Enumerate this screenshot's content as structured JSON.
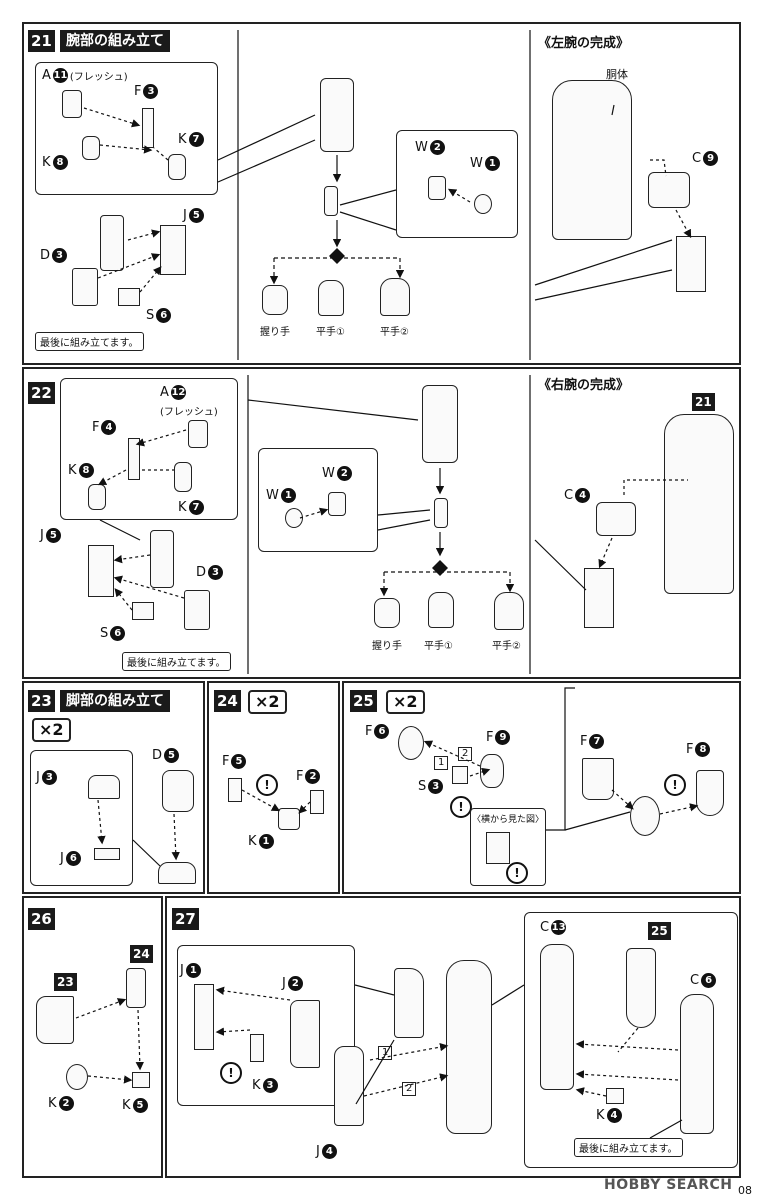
{
  "step21": {
    "num": "21",
    "title": "腕部の組み立て",
    "a_label": "A",
    "a_num": "11",
    "a_note": "(フレッシュ)",
    "f_label": "F",
    "f_num": "3",
    "k7_label": "K",
    "k7_num": "7",
    "k8_label": "K",
    "k8_num": "8",
    "j_label": "J",
    "j_num": "5",
    "d_label": "D",
    "d_num": "3",
    "s_label": "S",
    "s_num": "6",
    "w2_label": "W",
    "w2_num": "2",
    "w1_label": "W",
    "w1_num": "1",
    "hand1": "握り手",
    "hand2": "平手①",
    "hand3": "平手②",
    "last_note": "最後に組み立てます。",
    "complete_title": "《左腕の完成》",
    "torso": "胴体",
    "c_label": "C",
    "c_num": "9"
  },
  "step22": {
    "num": "22",
    "a_label": "A",
    "a_num": "12",
    "a_note": "(フレッシュ)",
    "f_label": "F",
    "f_num": "4",
    "k8_label": "K",
    "k8_num": "8",
    "k7_label": "K",
    "k7_num": "7",
    "j_label": "J",
    "j_num": "5",
    "d_label": "D",
    "d_num": "3",
    "s_label": "S",
    "s_num": "6",
    "w1_label": "W",
    "w1_num": "1",
    "w2_label": "W",
    "w2_num": "2",
    "hand1": "握り手",
    "hand2": "平手①",
    "hand3": "平手②",
    "last_note": "最後に組み立てます。",
    "complete_title": "《右腕の完成》",
    "ref": "21",
    "c_label": "C",
    "c_num": "4"
  },
  "step23": {
    "num": "23",
    "title": "脚部の組み立て",
    "mult": "×2",
    "j3_label": "J",
    "j3_num": "3",
    "d5_label": "D",
    "d5_num": "5",
    "j6_label": "J",
    "j6_num": "6"
  },
  "step24": {
    "num": "24",
    "mult": "×2",
    "f5_label": "F",
    "f5_num": "5",
    "f2_label": "F",
    "f2_num": "2",
    "k1_label": "K",
    "k1_num": "1",
    "excl": "!"
  },
  "step25": {
    "num": "25",
    "mult": "×2",
    "f6_label": "F",
    "f6_num": "6",
    "f9_label": "F",
    "f9_num": "9",
    "s3_label": "S",
    "s3_num": "3",
    "order1": "1",
    "order2": "2",
    "side_view": "〈横から見た図〉",
    "f7_label": "F",
    "f7_num": "7",
    "f8_label": "F",
    "f8_num": "8",
    "excl": "!"
  },
  "step26": {
    "num": "26",
    "ref23": "23",
    "ref24": "24",
    "k2_label": "K",
    "k2_num": "2",
    "k5_label": "K",
    "k5_num": "5"
  },
  "step27": {
    "num": "27",
    "j1_label": "J",
    "j1_num": "1",
    "j2_label": "J",
    "j2_num": "2",
    "k3_label": "K",
    "k3_num": "3",
    "j4_label": "J",
    "j4_num": "4",
    "order1": "1",
    "order2": "2",
    "c13_label": "C",
    "c13_num": "13",
    "ref25": "25",
    "c6_label": "C",
    "c6_num": "6",
    "k4_label": "K",
    "k4_num": "4",
    "last_note": "最後に組み立てます。",
    "excl": "!"
  },
  "footer": {
    "watermark": "HOBBY SEARCH",
    "page": "08"
  }
}
